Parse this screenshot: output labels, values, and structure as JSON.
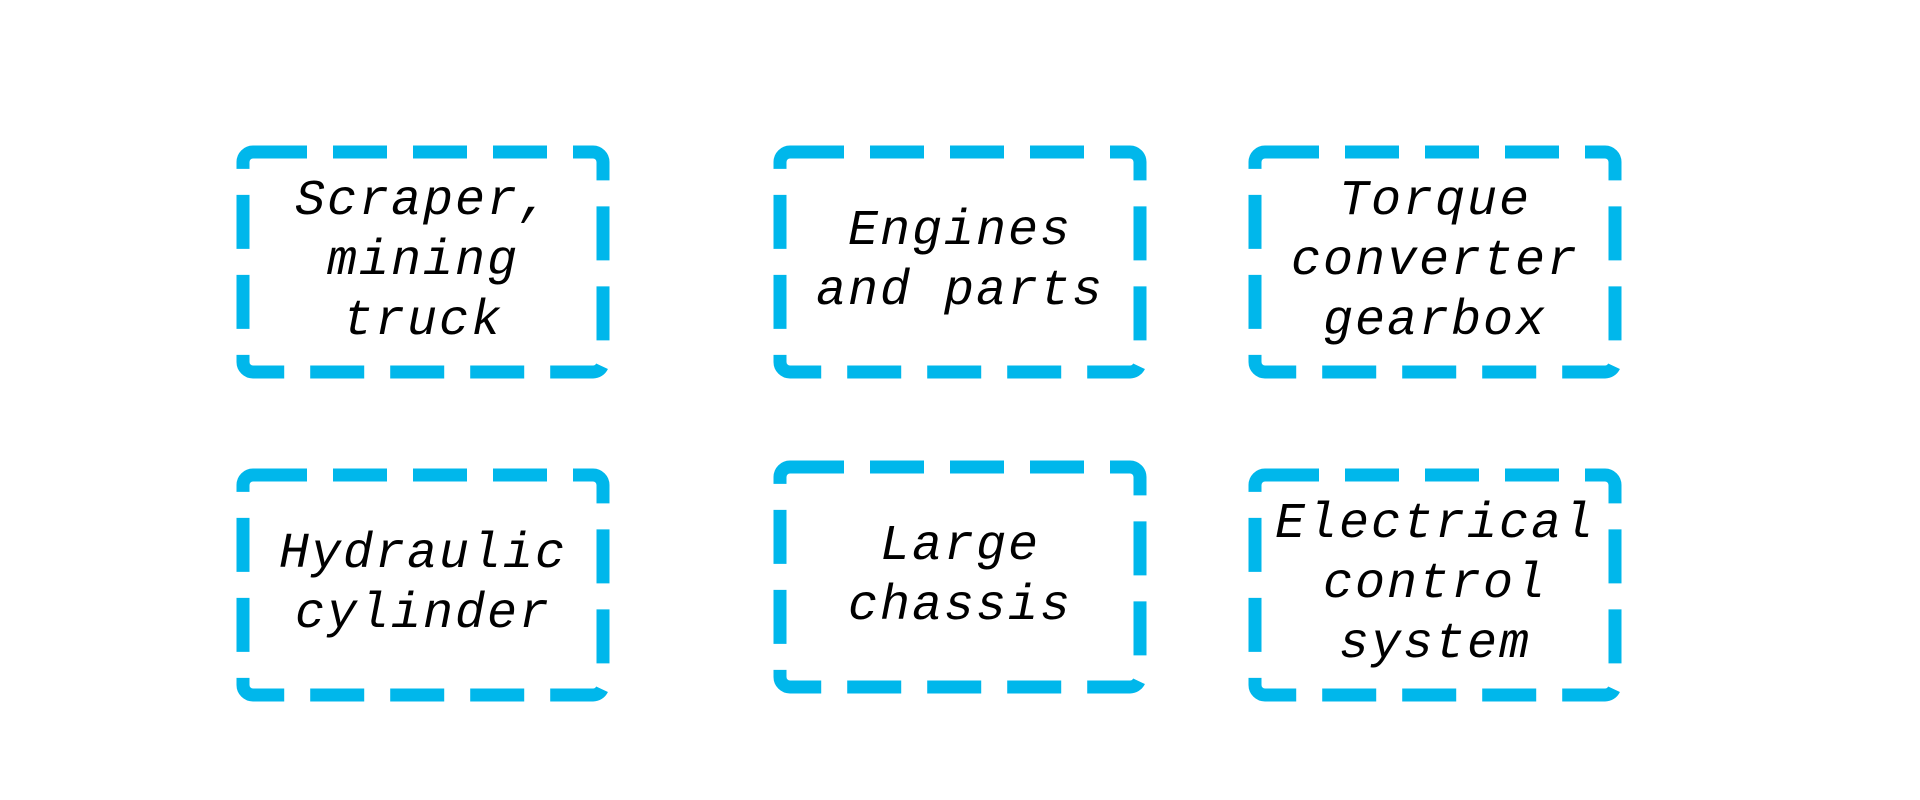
{
  "border_color": "#00B7EB",
  "boxes": [
    {
      "label": "Scraper,\nmining\ntruck"
    },
    {
      "label": "Engines\nand parts"
    },
    {
      "label": "Torque\nconverter\ngearbox"
    },
    {
      "label": "Hydraulic\ncylinder"
    },
    {
      "label": "Large\nchassis"
    },
    {
      "label": "Electrical\ncontrol\nsystem"
    }
  ]
}
